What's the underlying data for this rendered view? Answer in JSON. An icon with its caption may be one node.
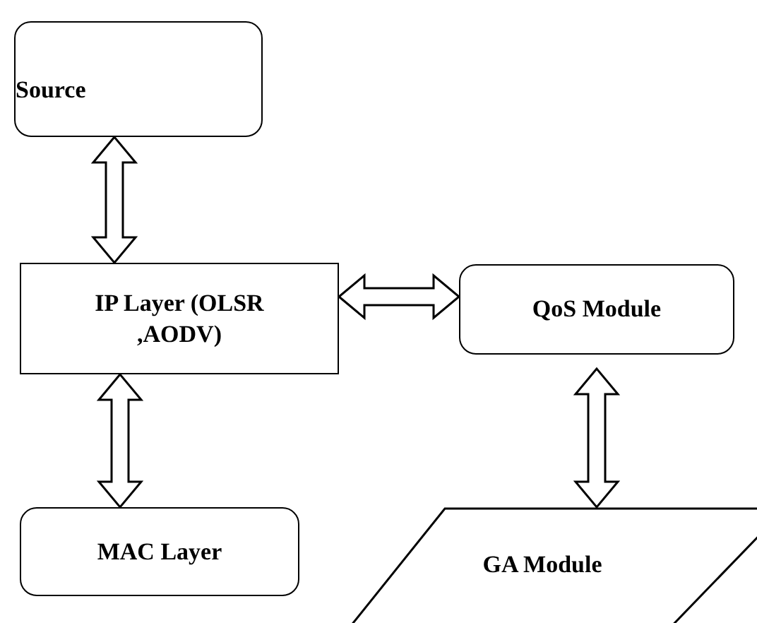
{
  "diagram": {
    "nodes": [
      {
        "text": [
          "Source"
        ]
      },
      {
        "text": [
          "IP Layer (OLSR ,AODV)"
        ]
      },
      {
        "text": [
          "QoS Module"
        ]
      },
      {
        "text": [
          "MAC Layer"
        ]
      },
      {
        "text": [
          "GA Module"
        ]
      }
    ],
    "edges": [
      {
        "from": 0,
        "to": 1,
        "arrow": "both"
      },
      {
        "from": 1,
        "to": 2,
        "arrow": "both"
      },
      {
        "from": 1,
        "to": 3,
        "arrow": "both"
      },
      {
        "from": 2,
        "to": 4,
        "arrow": "both"
      }
    ]
  }
}
